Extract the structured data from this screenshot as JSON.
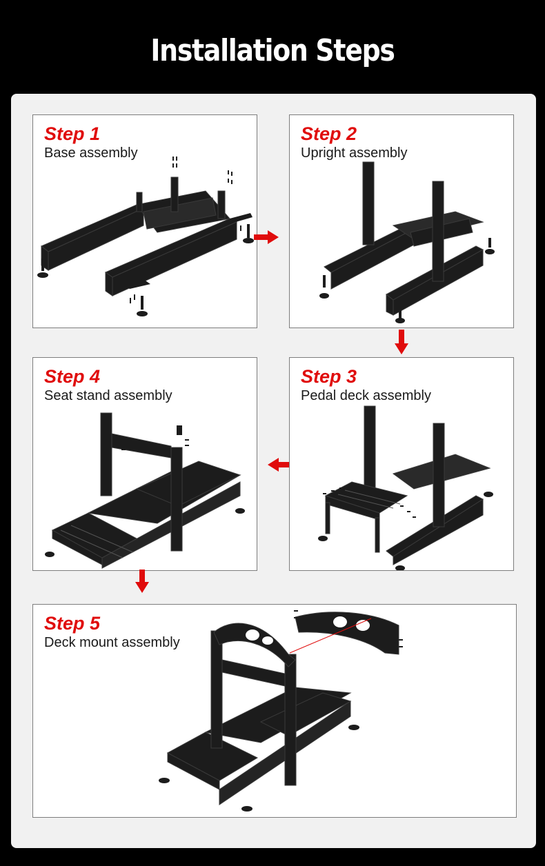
{
  "header": {
    "title": "Installation Steps"
  },
  "steps": [
    {
      "title": "Step 1",
      "desc": "Base assembly"
    },
    {
      "title": "Step 2",
      "desc": "Upright assembly"
    },
    {
      "title": "Step 3",
      "desc": "Pedal deck assembly"
    },
    {
      "title": "Step 4",
      "desc": "Seat stand assembly"
    },
    {
      "title": "Step 5",
      "desc": "Deck mount assembly"
    }
  ],
  "colors": {
    "accent": "#e00c0c",
    "frame": "#1c1c1c",
    "background": "#000000",
    "panel": "#f1f1f1"
  },
  "icons": [
    "arrow-right-icon",
    "arrow-down-icon",
    "arrow-left-icon",
    "arrow-down-icon"
  ]
}
